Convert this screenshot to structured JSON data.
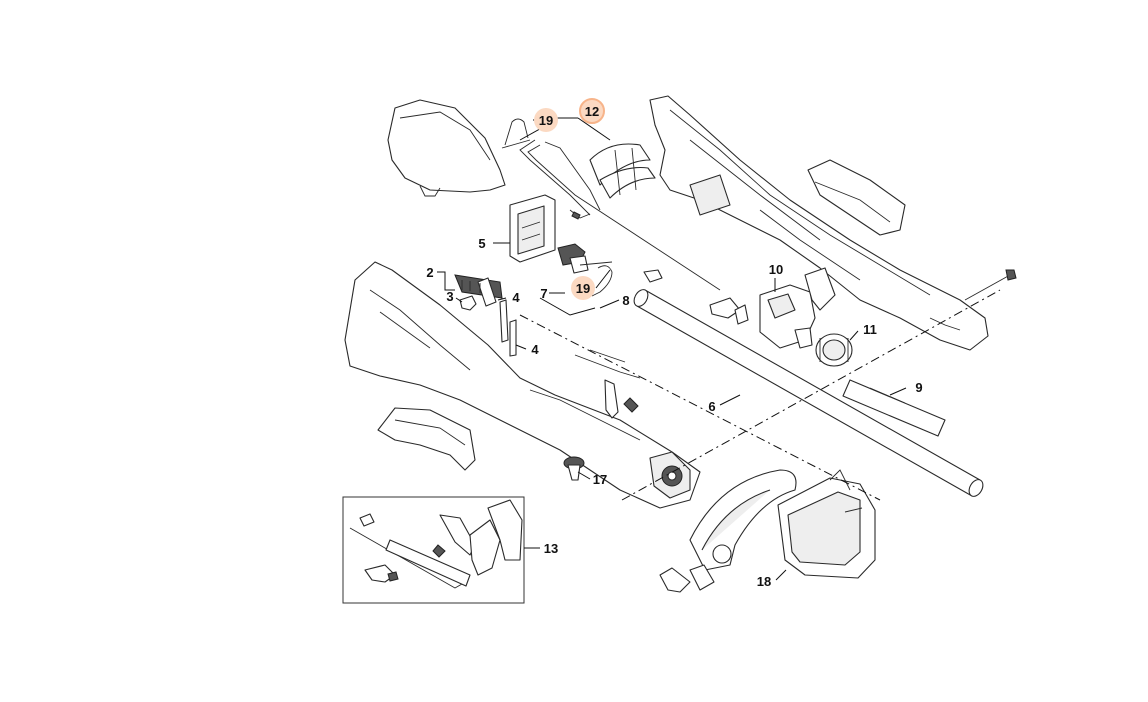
{
  "callouts": {
    "c19a": "19",
    "c12": "12",
    "c5": "5",
    "c2": "2",
    "c3": "3",
    "c4a": "4",
    "c4b": "4",
    "c7": "7",
    "c19b": "19",
    "c8": "8",
    "c10": "10",
    "c11": "11",
    "c9": "9",
    "c6": "6",
    "c17": "17",
    "c13": "13",
    "c18": "18"
  },
  "highlight": {
    "color": "#f7b48a",
    "fill": "#fbd9c2",
    "items": [
      "19",
      "12",
      "19"
    ]
  }
}
